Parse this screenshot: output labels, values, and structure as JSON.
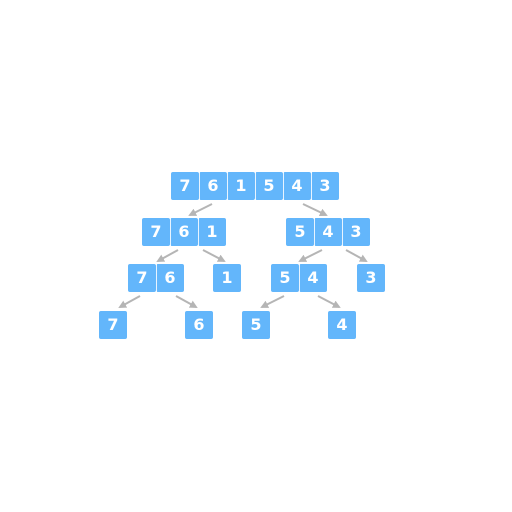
{
  "colors": {
    "cell_fill": "#63b6fb",
    "cell_text": "#ffffff",
    "arrow": "#b5b5b5"
  },
  "nodes": {
    "root": [
      "7",
      "6",
      "1",
      "5",
      "4",
      "3"
    ],
    "left": [
      "7",
      "6",
      "1"
    ],
    "right": [
      "5",
      "4",
      "3"
    ],
    "left_left": [
      "7",
      "6"
    ],
    "left_right": [
      "1"
    ],
    "right_left": [
      "5",
      "4"
    ],
    "right_right": [
      "3"
    ],
    "leaf_a": [
      "7"
    ],
    "leaf_b": [
      "6"
    ],
    "leaf_c": [
      "5"
    ],
    "leaf_d": [
      "4"
    ]
  }
}
